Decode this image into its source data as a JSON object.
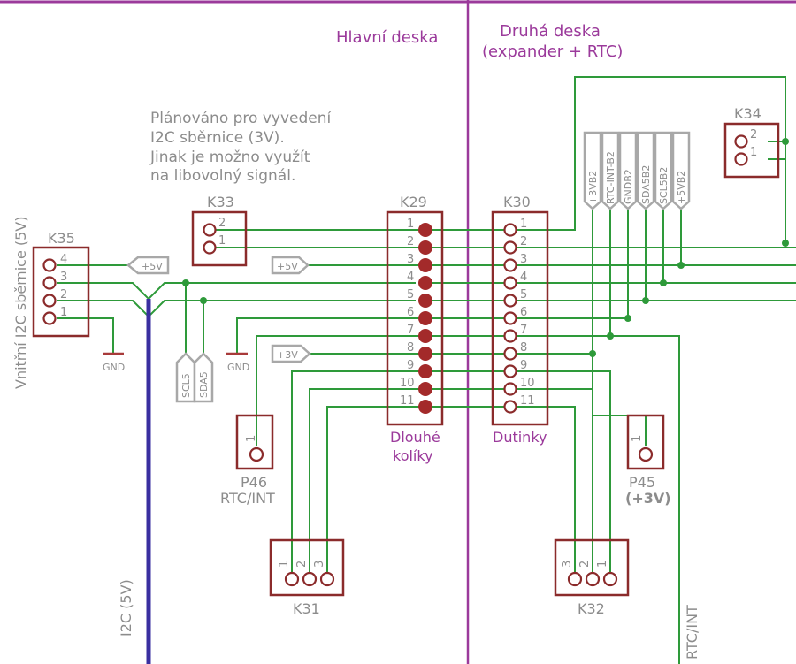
{
  "sheet": {
    "left_title": "Hlavní deska",
    "right_title_line1": "Druhá deska",
    "right_title_line2": "(expander + RTC)",
    "colors": {
      "wire": "#2e9a3a",
      "part": "#8b2b2b",
      "frame": "#9b3a9b",
      "bus": "#3a2fa0",
      "text": "#8c8c8c"
    }
  },
  "note": {
    "line1": "Plánováno pro vyvedení",
    "line2": "I2C sběrnice (3V).",
    "line3": "Jinak je možno využít",
    "line4": "na libovolný signál."
  },
  "k35": {
    "name": "K35",
    "side_label": "Vnitřní I2C sběrnice (5V)",
    "pins": [
      "4",
      "3",
      "2",
      "1"
    ]
  },
  "k33": {
    "name": "K33",
    "pins": [
      "2",
      "1"
    ]
  },
  "k34": {
    "name": "K34",
    "pins": [
      "2",
      "1"
    ]
  },
  "k29": {
    "name": "K29",
    "caption_line1": "Dlouhé",
    "caption_line2": "kolíky",
    "pins": [
      "1",
      "2",
      "3",
      "4",
      "5",
      "6",
      "7",
      "8",
      "9",
      "10",
      "11"
    ]
  },
  "k30": {
    "name": "K30",
    "caption": "Dutinky",
    "pins": [
      "1",
      "2",
      "3",
      "4",
      "5",
      "6",
      "7",
      "8",
      "9",
      "10",
      "11"
    ]
  },
  "k31": {
    "name": "K31",
    "pins": [
      "1",
      "2",
      "3"
    ]
  },
  "k32": {
    "name": "K32",
    "pins": [
      "3",
      "2",
      "1"
    ]
  },
  "p46": {
    "name": "P46",
    "sub": "RTC/INT",
    "pin": "1"
  },
  "p45": {
    "name": "P45",
    "sub": "(+3V)",
    "pin": "1"
  },
  "flags": {
    "v5_small": "+5V",
    "v5_mid": "+5V",
    "v3_mid": "+3V",
    "scl5": "SCL5",
    "sda5": "SDA5",
    "gnd_left": "GND",
    "gnd_mid": "GND"
  },
  "b2_flags": [
    "+3VB2",
    "RTC-INT-B2",
    "GNDB2",
    "SDA5B2",
    "SCL5B2",
    "+5VB2"
  ],
  "bus_label": "I2C (5V)",
  "rtc_int_label": "RTC/INT"
}
